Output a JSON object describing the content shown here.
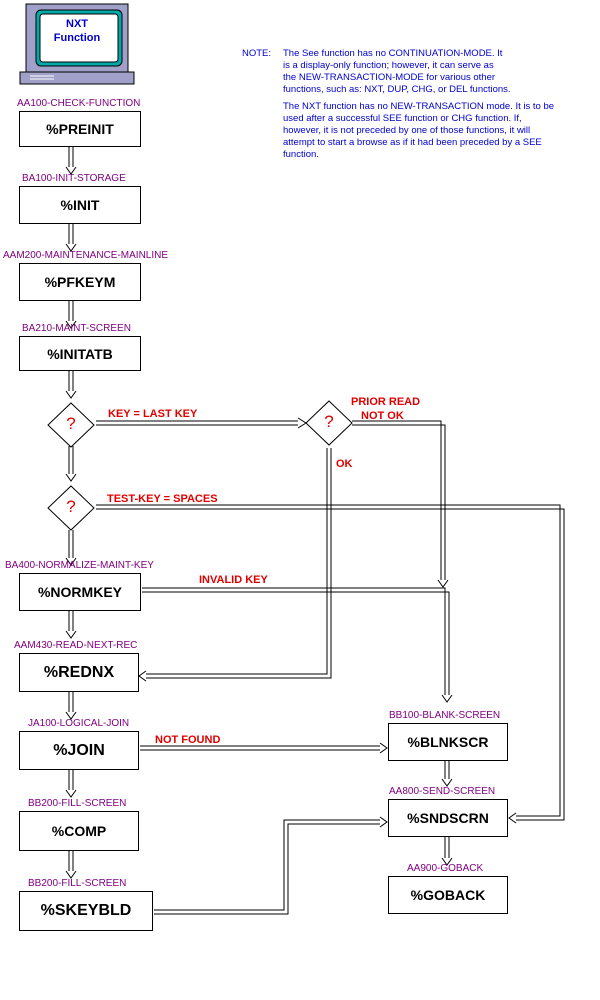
{
  "header": {
    "function_name": "NXT\n    Function"
  },
  "note": {
    "label": "NOTE:",
    "paragraph_1": "The See function has no CONTINUATION-MODE. It\nis a display-only function; however, it can serve as\nthe NEW-TRANSACTION-MODE for various other\nfunctions, such as: NXT, DUP, CHG, or DEL functions.",
    "paragraph_2": "The NXT function has no NEW-TRANSACTION mode. It is to be\nused after a successful SEE function or CHG function. If,\nhowever, it is not preceded by one of those functions, it will\nattempt to start a browse as if it had been preceded by a SEE\nfunction."
  },
  "nodes": {
    "preinit": {
      "label": "AA100-CHECK-FUNCTION",
      "text": "%PREINIT"
    },
    "init": {
      "label": "BA100-INIT-STORAGE",
      "text": "%INIT"
    },
    "pfkeym": {
      "label": "AAM200-MAINTENANCE-MAINLINE",
      "text": "%PFKEYM"
    },
    "initatb": {
      "label": "BA210-MAINT-SCREEN",
      "text": "%INITATB"
    },
    "normkey": {
      "label": "BA400-NORMALIZE-MAINT-KEY",
      "text": "%NORMKEY"
    },
    "rednx": {
      "label": "AAM430-READ-NEXT-REC",
      "text": "%REDNX"
    },
    "join": {
      "label": "JA100-LOGICAL-JOIN",
      "text": "%JOIN"
    },
    "comp": {
      "label": "BB200-FILL-SCREEN",
      "text": "%COMP"
    },
    "skeybld": {
      "label": "BB200-FILL-SCREEN",
      "text": "%SKEYBLD"
    },
    "blnkscr": {
      "label": "BB100-BLANK-SCREEN",
      "text": "%BLNKSCR"
    },
    "sndscrn": {
      "label": "AA800-SEND-SCREEN",
      "text": "%SNDSCRN"
    },
    "goback": {
      "label": "AA900-GOBACK",
      "text": "%GOBACK"
    }
  },
  "decisions": {
    "last_key": {
      "symbol": "?"
    },
    "prior_read": {
      "symbol": "?"
    },
    "test_key": {
      "symbol": "?"
    }
  },
  "conditions": {
    "key_last": "KEY = LAST KEY",
    "prior_read": "PRIOR READ",
    "not_ok": "NOT  OK",
    "ok": "OK",
    "test_key": "TEST-KEY = SPACES",
    "invalid_key": "INVALID KEY",
    "not_found": "NOT FOUND"
  },
  "colors": {
    "label": "#800080",
    "condition": "#e00000",
    "note": "#0000cc",
    "monitor_frame": "#a0a0c8",
    "monitor_screen": "#00a8a8"
  }
}
